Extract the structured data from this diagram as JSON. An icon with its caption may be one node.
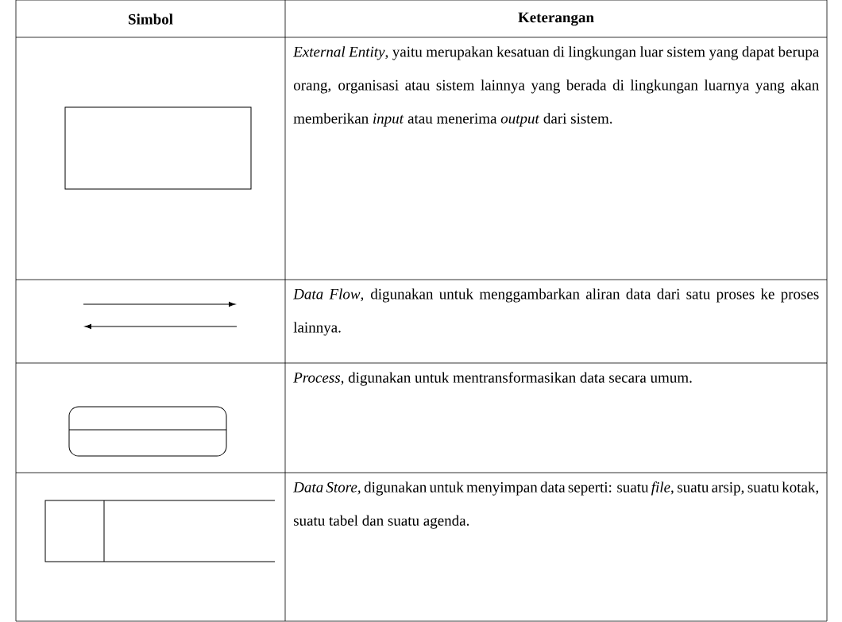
{
  "diagram": {
    "labels": [
      "Simbol",
      "Keterangan",
      "*External Entity*, yaitu merupakan kesatuan di lingkungan luar sistem yang dapat berupa orang, organisasi atau sistem lainnya yang berada di lingkungan luarnya yang akan memberikan *input* atau menerima *output* dari sistem.",
      "*Data Flow*, digunakan untuk menggambarkan aliran data dari satu proses ke proses lainnya.",
      "*Process,* digunakan untuk mentransformasikan data secara umum.",
      "*Data Store,* digunakan untuk menyimpan data seperti: suatu *file*, suatu arsip, suatu kotak, suatu tabel dan suatu agenda."
    ]
  }
}
